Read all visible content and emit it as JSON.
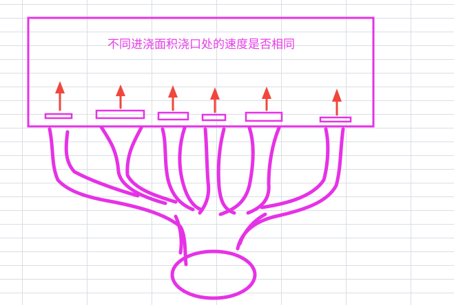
{
  "diagram": {
    "title": "不同进浇面积浇口处的速度是否相同",
    "colors": {
      "outline": "#e632e6",
      "arrow": "#f0463c",
      "grid": "#d9dde3"
    },
    "gates": [
      {
        "id": "gate-1"
      },
      {
        "id": "gate-2"
      },
      {
        "id": "gate-3"
      },
      {
        "id": "gate-4"
      },
      {
        "id": "gate-5"
      },
      {
        "id": "gate-6"
      }
    ],
    "icons": [
      "up-arrow-icon"
    ]
  }
}
